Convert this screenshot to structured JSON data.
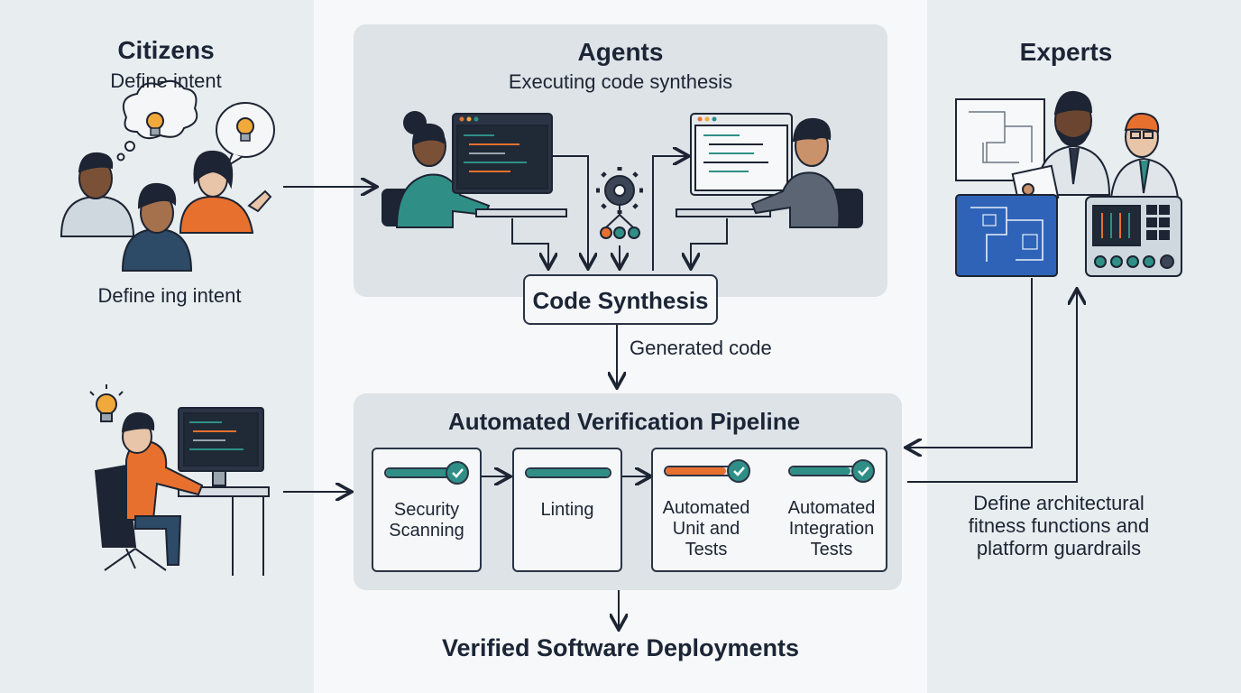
{
  "colors": {
    "teal": "#2f8f86",
    "orange": "#e8702e",
    "navy": "#1d2433",
    "blueprint": "#2e63b8",
    "panel": "#dde3e7"
  },
  "citizens": {
    "title": "Citizens",
    "subtitle": "Define intent",
    "caption": "Define ing intent",
    "icons": [
      "lightbulb-icon",
      "person-icon",
      "monitor-icon"
    ]
  },
  "agents": {
    "title": "Agents",
    "subtitle": "Executing code synthesis",
    "icons": [
      "monitor-icon",
      "gear-icon",
      "person-icon"
    ]
  },
  "experts": {
    "title": "Experts",
    "caption_lines": [
      "Define architectural",
      "fitness functions and",
      "platform guardrails"
    ],
    "icons": [
      "blueprint-icon",
      "control-panel-icon",
      "person-icon"
    ]
  },
  "code_synthesis": {
    "label": "Code Synthesis",
    "output_label": "Generated code"
  },
  "pipeline": {
    "title": "Automated Verification Pipeline",
    "stages": [
      {
        "lines": [
          "Security",
          "Scanning"
        ],
        "progress": 0.85,
        "status": "passed",
        "color": "#2f8f86"
      },
      {
        "lines": [
          "Linting"
        ],
        "progress": 1.0,
        "status": "in-progress",
        "color": "#2f8f86"
      },
      {
        "lines": [
          "Automated",
          "Unit and",
          "Tests"
        ],
        "progress": 0.8,
        "status": "passed",
        "color": "#e8702e"
      },
      {
        "lines": [
          "Automated",
          "Integration",
          "Tests"
        ],
        "progress": 0.8,
        "status": "passed",
        "color": "#2f8f86"
      }
    ]
  },
  "output": {
    "label": "Verified Software Deployments"
  }
}
